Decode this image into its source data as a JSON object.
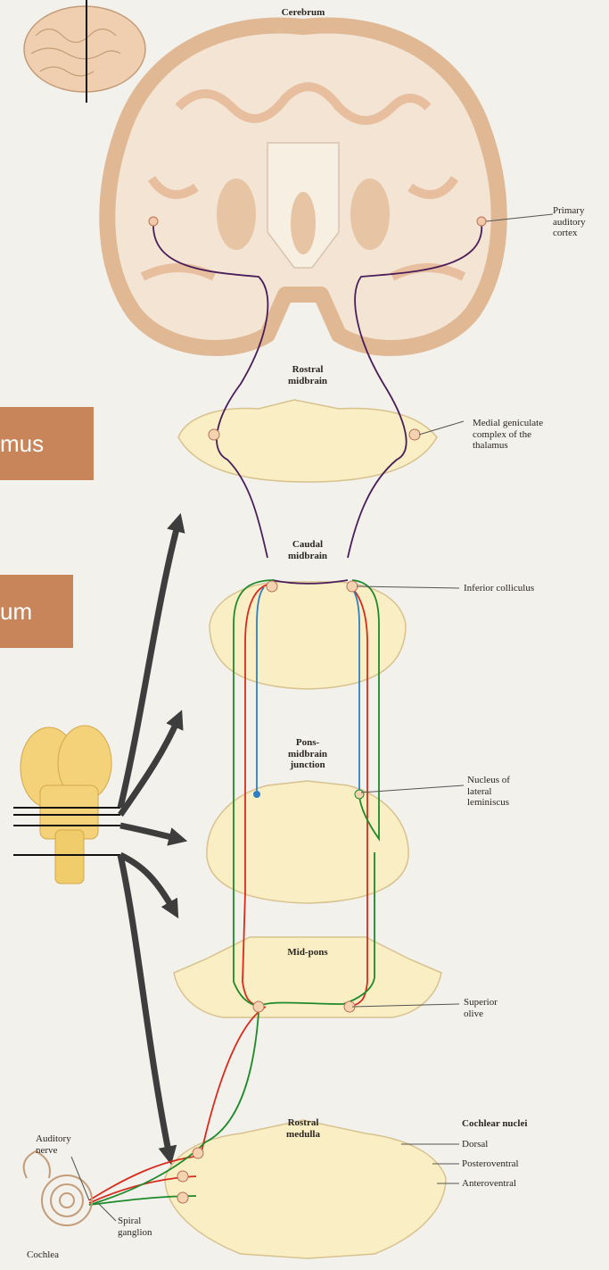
{
  "levels": {
    "cerebrum": "Cerebrum",
    "rostral_midbrain": "Rostral\nmidbrain",
    "caudal_midbrain": "Caudal\nmidbrain",
    "pons_midbrain": "Pons-\nmidbrain\njunction",
    "mid_pons": "Mid-pons",
    "rostral_medulla": "Rostral\nmedulla"
  },
  "structures": {
    "primary_auditory_cortex": "Primary\nauditory\ncortex",
    "medial_geniculate": "Medial geniculate\ncomplex of the\nthalamus",
    "inferior_colliculus": "Inferior colliculus",
    "nucleus_lateral_lemniscus": "Nucleus of\nlateral\nleminiscus",
    "superior_olive": "Superior\nolive",
    "cochlear_nuclei_heading": "Cochlear nuclei",
    "dorsal": "Dorsal",
    "posteroventral": "Posteroventral",
    "anteroventral": "Anteroventral",
    "auditory_nerve": "Auditory\nnerve",
    "spiral_ganglion": "Spiral\nganglion",
    "cochlea": "Cochlea"
  },
  "callouts": {
    "thalamus_fragment": "mus",
    "midbrain_fragment": "um"
  },
  "colors": {
    "tissue": "#f9eec4",
    "tissue_outline": "#d8c28e",
    "cortex": "#edc6a6",
    "callout_bg": "#c8855a",
    "pathway_purple": "#4a1e5a",
    "pathway_red": "#d92a1c",
    "pathway_green": "#1f8a2a",
    "pathway_blue": "#2f7fc4",
    "arrow": "#3d3d3d"
  }
}
